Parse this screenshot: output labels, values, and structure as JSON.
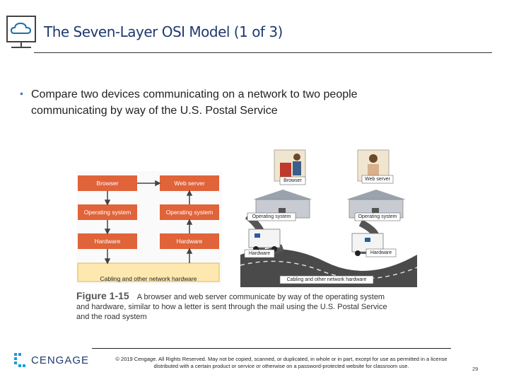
{
  "header": {
    "title": "The Seven-Layer OSI Model (1 of 3)",
    "icon": "cloud-monitor-icon"
  },
  "body": {
    "bullet_line1": "Compare two devices communicating on a network to two people",
    "bullet_line2": "communicating by way of the U.S. Postal Service"
  },
  "figure": {
    "diagram": {
      "left_column": [
        "Browser",
        "Operating system",
        "Hardware"
      ],
      "right_column": [
        "Web server",
        "Operating system",
        "Hardware"
      ],
      "bottom_bar": "Cabling and other network hardware"
    },
    "illustration": {
      "browser_label": "Browser",
      "web_server_label": "Web server",
      "os_left_label": "Operating system",
      "os_right_label": "Operating system",
      "hw_left_label": "Hardware",
      "hw_right_label": "Hardware",
      "cabling_label": "Cabling and other network hardware"
    },
    "caption_label": "Figure 1-15",
    "caption_line1": "A browser and web server communicate by way of the operating system",
    "caption_line2": "and hardware, similar to how a letter is sent through the mail using the U.S. Postal Service",
    "caption_line3": "and the road system"
  },
  "footer": {
    "brand": "CENGAGE",
    "copyright_line1": "© 2019 Cengage. All Rights Reserved. May not be copied, scanned, or duplicated, in whole or in part, except for use as permitted in a license",
    "copyright_line2": "distributed with a certain product or service or otherwise on a password-protected website for classroom use.",
    "page_number": "29"
  },
  "colors": {
    "title": "#1f3a6e",
    "diagram_box": "#e0633a",
    "diagram_bar": "#fde9b0",
    "bullet": "#4a7fc0"
  }
}
